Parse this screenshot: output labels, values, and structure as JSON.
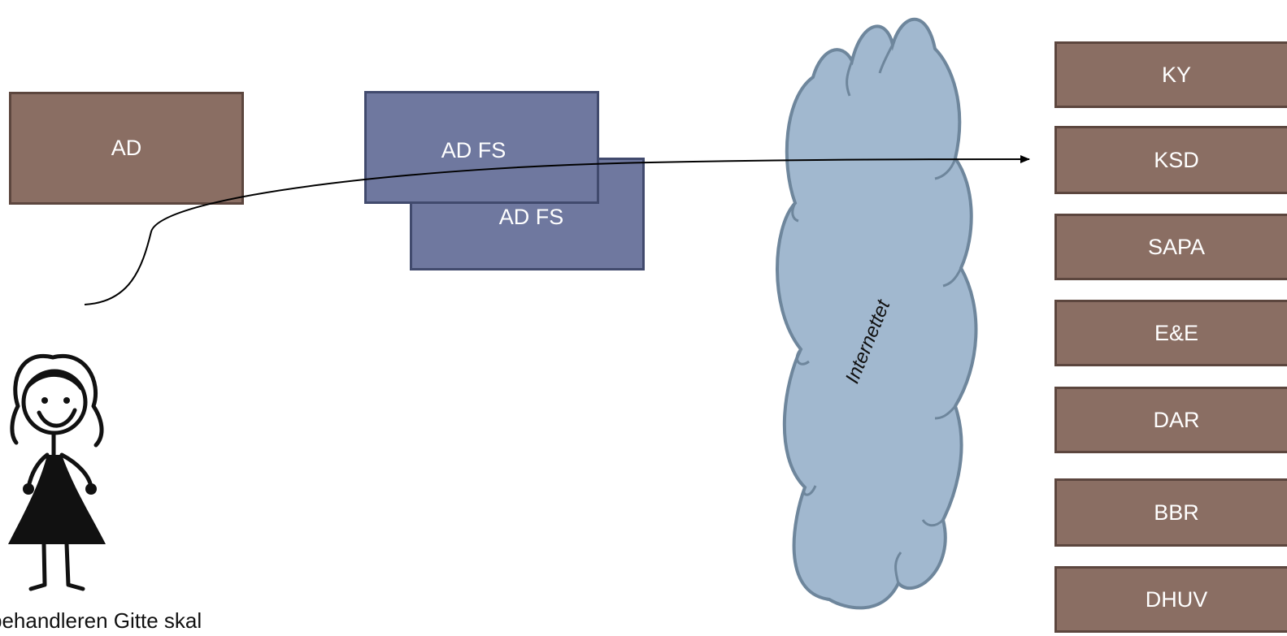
{
  "ad": {
    "label": "AD"
  },
  "adfs": [
    {
      "label": "AD FS"
    },
    {
      "label": "AD FS"
    }
  ],
  "cloud": {
    "label": "Internettet"
  },
  "services": [
    {
      "label": "KY"
    },
    {
      "label": "KSD"
    },
    {
      "label": "SAPA"
    },
    {
      "label": "E&E"
    },
    {
      "label": "DAR"
    },
    {
      "label": "BBR"
    },
    {
      "label": "DHUV"
    }
  ],
  "person": {
    "caption": "behandleren Gitte skal"
  },
  "colors": {
    "brown": "#8a6e63",
    "brown_border": "#5c463e",
    "slate": "#6f789f",
    "slate_border": "#414a6d",
    "cloud_fill": "#a1b8cf",
    "cloud_stroke": "#6e869c"
  }
}
